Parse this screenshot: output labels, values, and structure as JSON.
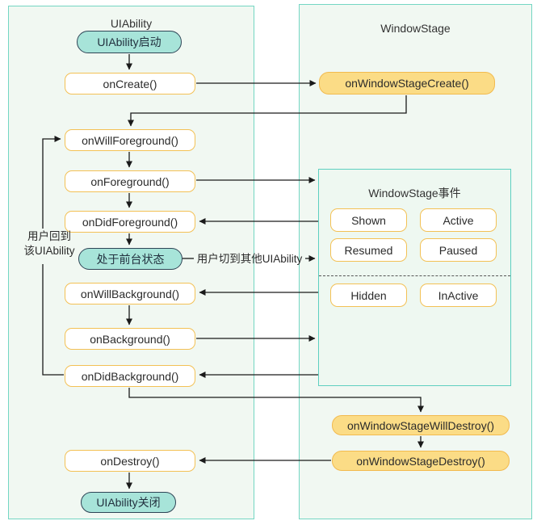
{
  "left_panel": {
    "title": "UIAbility",
    "start_pill": "UIAbility启动",
    "on_create": "onCreate()",
    "on_will_foreground": "onWillForeground()",
    "on_foreground": "onForeground()",
    "on_did_foreground": "onDidForeground()",
    "foreground_state_pill": "处于前台状态",
    "on_will_background": "onWillBackground()",
    "on_background": "onBackground()",
    "on_did_background": "onDidBackground()",
    "on_destroy": "onDestroy()",
    "end_pill": "UIAbility关闭",
    "loop_label_line1": "用户回到",
    "loop_label_line2": "该UIAbility"
  },
  "right_panel": {
    "title": "WindowStage",
    "on_window_stage_create": "onWindowStageCreate()",
    "events_box": {
      "title": "WindowStage事件",
      "items": [
        "Shown",
        "Active",
        "Resumed",
        "Paused",
        "Hidden",
        "InActive"
      ]
    },
    "on_window_stage_will_destroy": "onWindowStageWillDestroy()",
    "on_window_stage_destroy": "onWindowStageDestroy()"
  },
  "labels": {
    "switch_out": "用户切到其他UIAbility"
  },
  "colors": {
    "container_border": "#74d6c3",
    "container_bg": "#f1f8f2",
    "box_border": "#f3c155",
    "yellow_fill": "#fbdc86",
    "pill_fill": "#a7e4d9",
    "pill_border": "#2f4456",
    "arrow": "#1a1a1a"
  }
}
